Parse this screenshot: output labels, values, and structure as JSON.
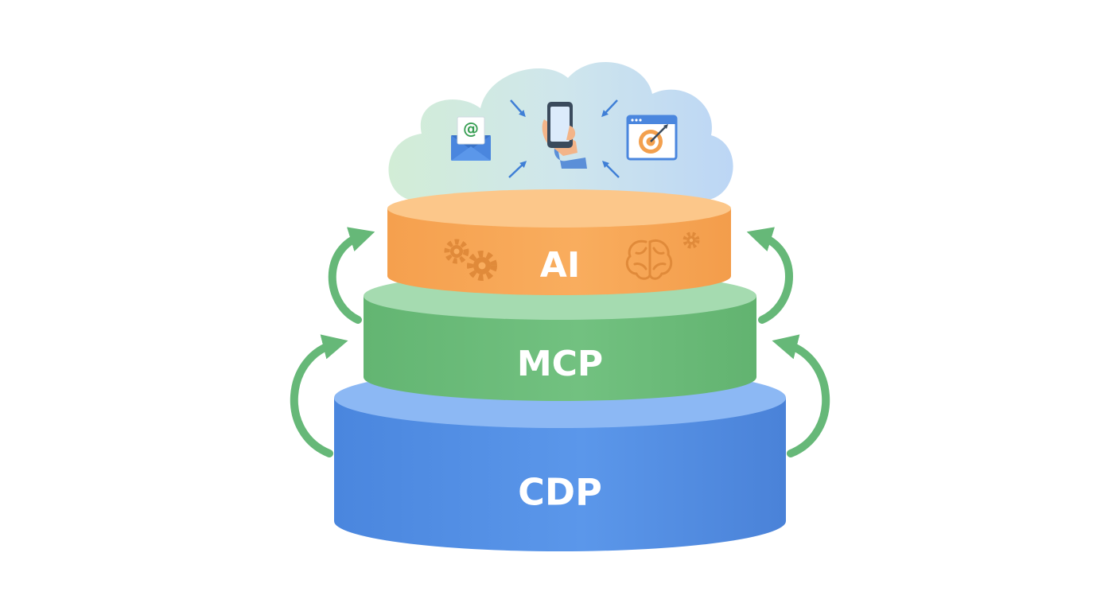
{
  "layers": {
    "ai": {
      "label": "AI"
    },
    "mcp": {
      "label": "MCP"
    },
    "cdp": {
      "label": "CDP"
    }
  },
  "icons": {
    "email": {
      "glyph": "@"
    }
  },
  "colors": {
    "cdp_side": "#4f8ee6",
    "cdp_top": "#8cb8f4",
    "mcp_side": "#6cbc7a",
    "mcp_top": "#a5dbb0",
    "ai_side": "#f7a654",
    "ai_top": "#fcc78a",
    "gear": "#e08a3a",
    "cycle_arrow": "#66b878",
    "cloud_left": "#d2edd6",
    "cloud_right": "#bcd6f5",
    "icon_blue": "#3f7fd6",
    "email_glyph": "#3a9f55"
  }
}
